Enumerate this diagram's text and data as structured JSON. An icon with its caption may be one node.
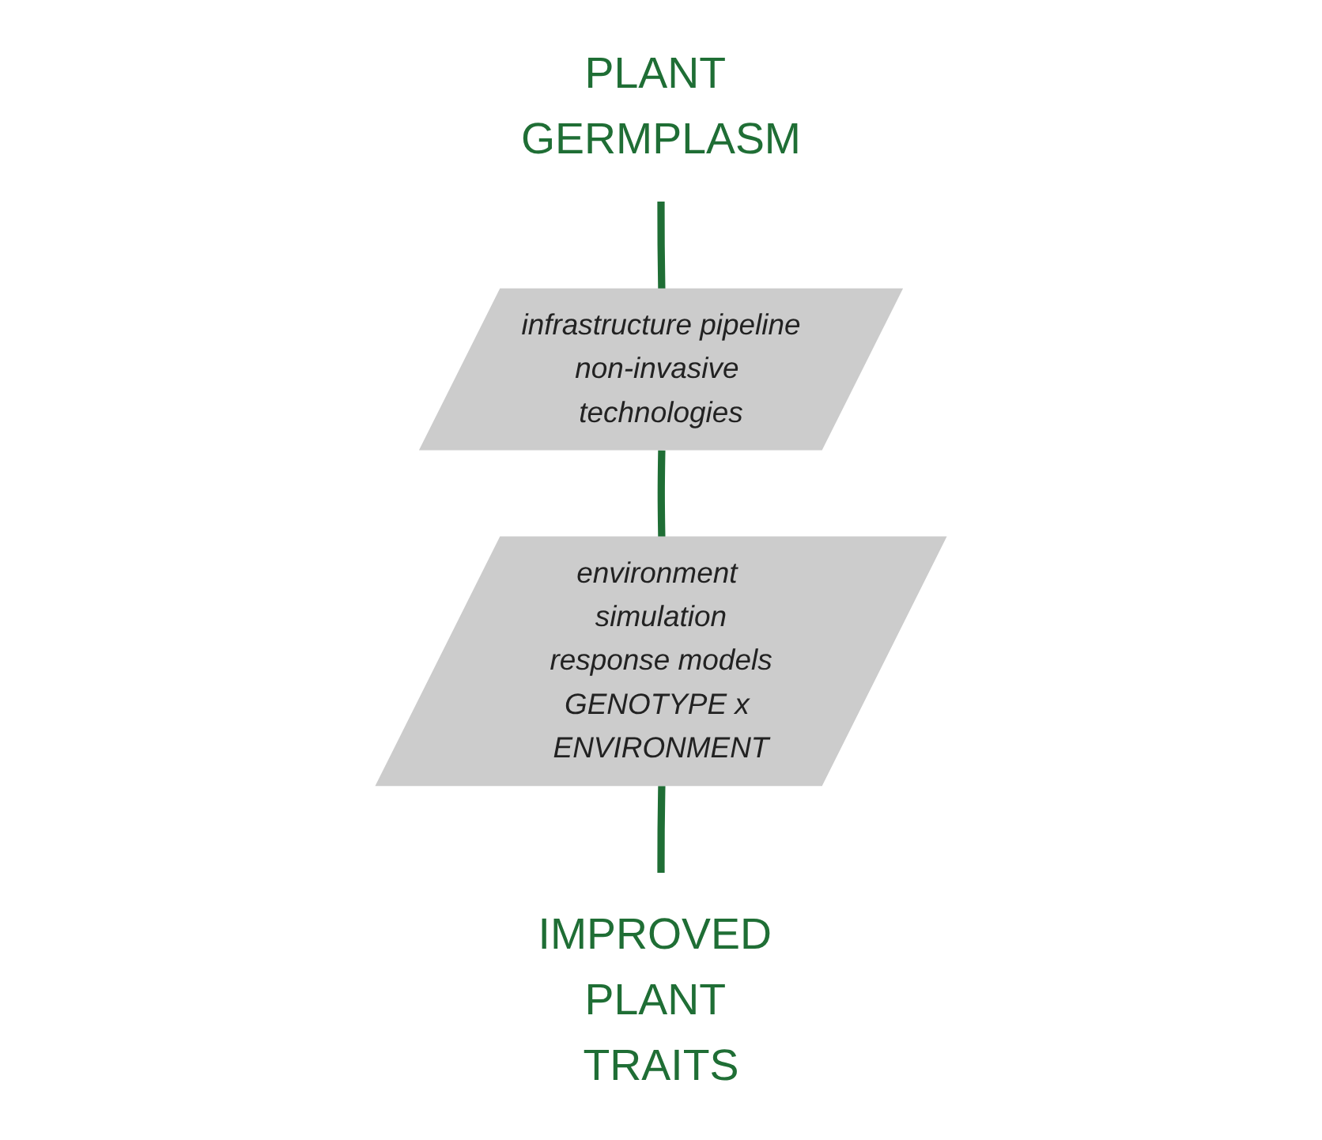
{
  "diagram": {
    "nodes": [
      {
        "text": [
          "PLANT GERMPLASM"
        ]
      },
      {
        "text": [
          "infrastructure pipeline",
          "non-invasive technologies"
        ]
      },
      {
        "text": [
          "environment simulation",
          "response models",
          "GENOTYPE x ENVIRONMENT"
        ]
      },
      {
        "text": [
          "IMPROVED PLANT TRAITS"
        ]
      }
    ],
    "edges": [
      {
        "from": 0,
        "to": 1,
        "arrow": "none"
      },
      {
        "from": 1,
        "to": 2,
        "arrow": "none"
      },
      {
        "from": 2,
        "to": 3,
        "arrow": "none"
      }
    ]
  }
}
